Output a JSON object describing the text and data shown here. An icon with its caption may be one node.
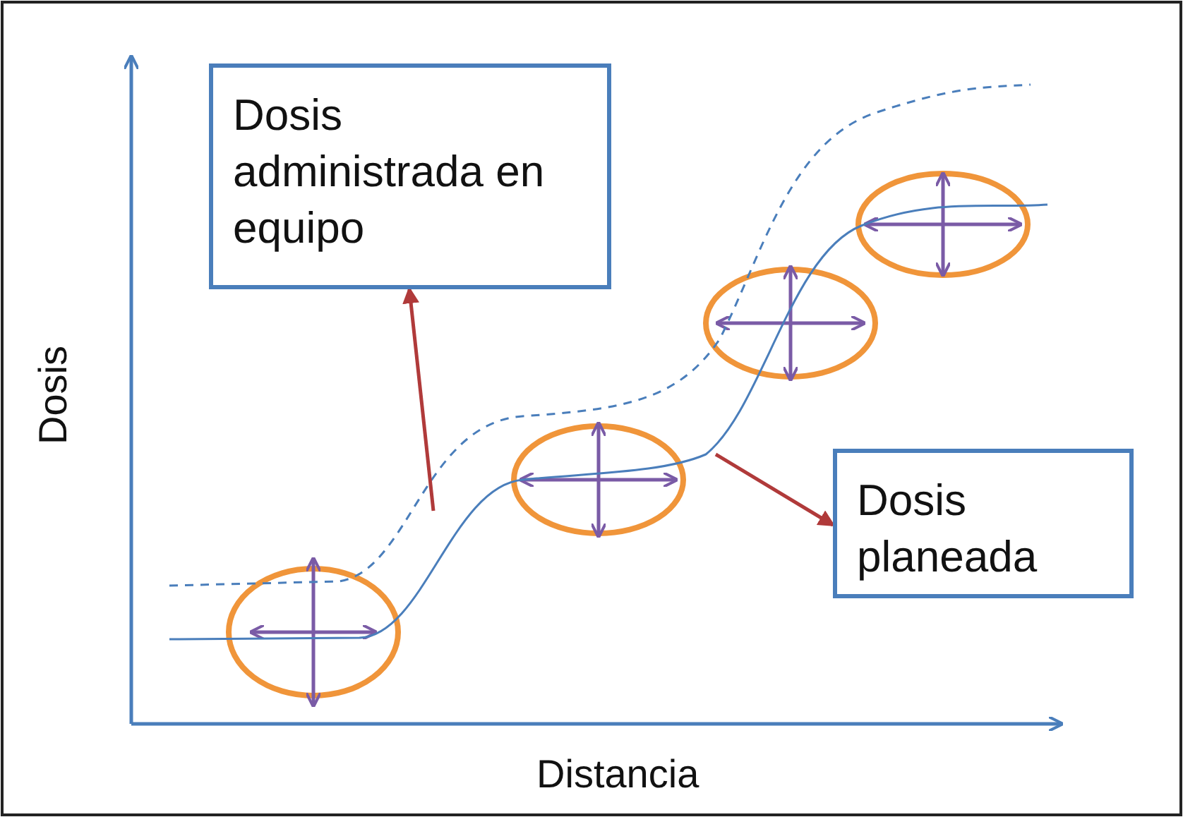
{
  "diagram": {
    "nodes": [
      {
        "text": [
          "Dosis administrada en equipo"
        ]
      },
      {
        "text": [
          "Dosis planeada"
        ]
      }
    ],
    "edges": [
      {
        "from": null,
        "to": 0,
        "arrow": "to"
      },
      {
        "from": null,
        "to": 1,
        "arrow": "to"
      }
    ],
    "labels": [
      "Dosis",
      "Distancia"
    ]
  }
}
